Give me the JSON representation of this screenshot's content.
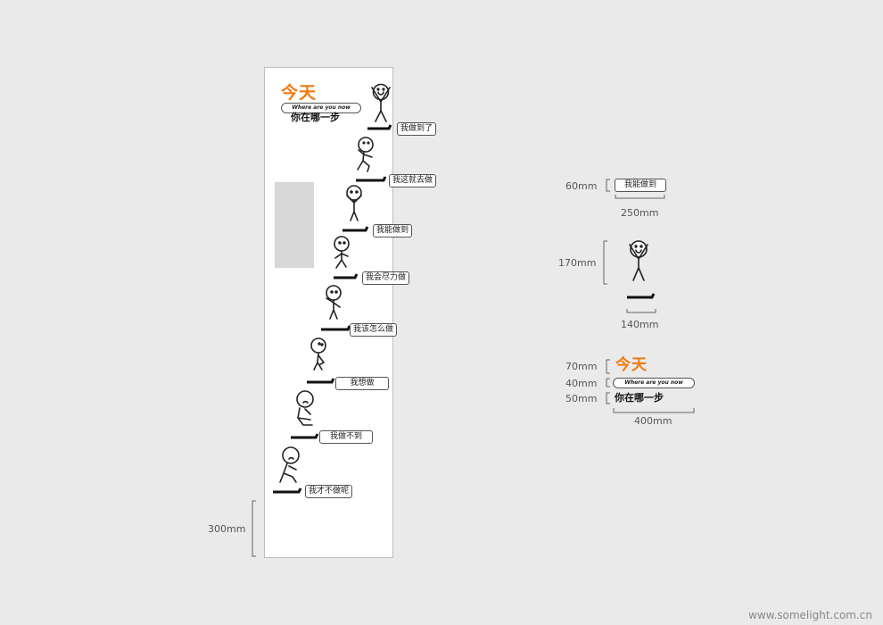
{
  "sign": {
    "title": "今天",
    "subtitle_en": "Where are you now",
    "subtitle_cn": "你在哪一步"
  },
  "steps": [
    {
      "label": "我做到了"
    },
    {
      "label": "我这就去做"
    },
    {
      "label": "我能做到"
    },
    {
      "label": "我会尽力做"
    },
    {
      "label": "我该怎么做"
    },
    {
      "label": "我想做"
    },
    {
      "label": "我做不到"
    },
    {
      "label": "我才不做呢"
    }
  ],
  "dimensions": {
    "bottom_height": "300mm",
    "label_height": "60mm",
    "label_width": "250mm",
    "label_sample": "我能做到",
    "figure_height": "170mm",
    "figure_width": "140mm",
    "title_height": "70mm",
    "subtitle_en_height": "40mm",
    "subtitle_cn_height": "50mm",
    "title_width": "400mm"
  },
  "watermark": "www.somelight.com.cn",
  "colors": {
    "accent": "#f07a12",
    "background": "#eaeaea",
    "panel": "#ffffff"
  }
}
